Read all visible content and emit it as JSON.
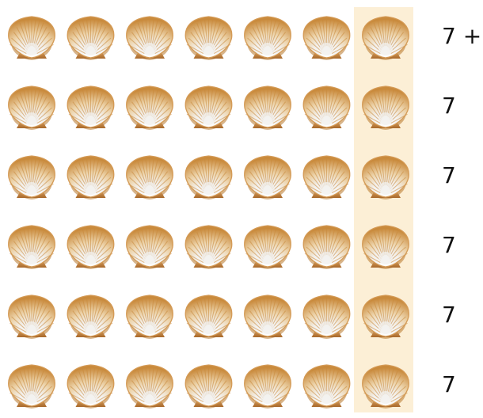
{
  "grid": {
    "rows": 6,
    "columns": 7,
    "highlighted_column": 7,
    "item_icon": "scallop-shell-icon",
    "highlight_color": "#fcefd6"
  },
  "row_labels": [
    "7 +",
    "7",
    "7",
    "7",
    "7",
    "7"
  ],
  "colors": {
    "shell_rib_dark": "#c98a3c",
    "shell_rib_light": "#f3dcb8",
    "shell_base": "#f1f0ee",
    "shell_shadow": "#b7772a",
    "text": "#111111"
  }
}
